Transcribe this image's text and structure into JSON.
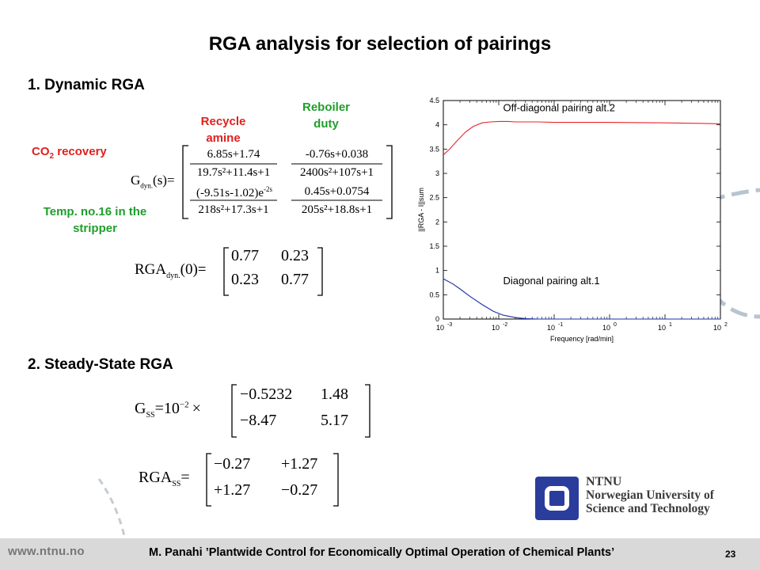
{
  "title": "RGA analysis for selection of pairings",
  "section1": "1. Dynamic RGA",
  "section2": "2. Steady-State RGA",
  "col_labels": {
    "recycle_amine": "Recycle amine",
    "reboiler_duty": "Reboiler duty"
  },
  "row_labels": {
    "co2_recovery_prefix": "CO",
    "co2_recovery_sub": "2",
    "co2_recovery_suffix": " recovery",
    "temp_stripper": "Temp. no.16 in the stripper"
  },
  "eq_gdyn": {
    "lhs": "G",
    "lhs_sub": "dyn.",
    "lhs_arg": "(s)=",
    "m11_num": "6.85s+1.74",
    "m11_den": "19.7s²+11.4s+1",
    "m12_num": "-0.76s+0.038",
    "m12_den": "2400s²+107s+1",
    "m21_num": "(-9.51s-1.02)e",
    "m21_exp": "-2s",
    "m21_den": "218s²+17.3s+1",
    "m22_num": "0.45s+0.0754",
    "m22_den": "205s²+18.8s+1"
  },
  "eq_rgadyn": {
    "lhs": "RGA",
    "lhs_sub": "dyn.",
    "lhs_arg": "(0)=",
    "m11": "0.77",
    "m12": "0.23",
    "m21": "0.23",
    "m22": "0.77"
  },
  "eq_gss": {
    "lhs": "G",
    "lhs_sub": "SS",
    "rhs_prefix": "=10",
    "rhs_exp": "−2",
    "times": "×",
    "m11": "−0.5232",
    "m12": "1.48",
    "m21": "−8.47",
    "m22": "5.17"
  },
  "eq_rgass": {
    "lhs": "RGA",
    "lhs_sub": "SS",
    "eq": "=",
    "m11": "−0.27",
    "m12": "+1.27",
    "m21": "+1.27",
    "m22": "−0.27"
  },
  "chart_data": {
    "type": "line",
    "xlabel": "Frequency [rad/min]",
    "ylabel": "||RGA - I||sum",
    "xscale": "log",
    "xlim": [
      0.001,
      100
    ],
    "ylim": [
      0,
      4.5
    ],
    "x_ticks": [
      "10-3",
      "10-2",
      "10-1",
      "100",
      "101",
      "102"
    ],
    "y_ticks": [
      "0",
      "0.5",
      "1",
      "1.5",
      "2",
      "2.5",
      "3",
      "3.5",
      "4",
      "4.5"
    ],
    "annotations": [
      "Off-diagonal pairing alt.2",
      "Diagonal pairing alt.1"
    ],
    "series": [
      {
        "color": "#e8262b",
        "x": [
          0.001,
          0.0013,
          0.0018,
          0.0025,
          0.0035,
          0.005,
          0.007,
          0.01,
          0.015,
          0.02,
          0.05,
          0.1,
          1,
          10,
          40,
          100
        ],
        "y": [
          3.38,
          3.5,
          3.68,
          3.85,
          3.97,
          4.04,
          4.06,
          4.07,
          4.07,
          4.06,
          4.06,
          4.05,
          4.05,
          4.04,
          4.03,
          4.02
        ]
      },
      {
        "color": "#1a2fa8",
        "x": [
          0.001,
          0.0015,
          0.002,
          0.003,
          0.005,
          0.008,
          0.012,
          0.02,
          0.03,
          0.05,
          0.1,
          1,
          10,
          100
        ],
        "y": [
          0.83,
          0.72,
          0.62,
          0.47,
          0.3,
          0.16,
          0.08,
          0.03,
          0.01,
          0.0,
          0.0,
          0.0,
          0.0,
          0.0
        ]
      }
    ]
  },
  "logo": {
    "line1": "NTNU",
    "line2": "Norwegian University of",
    "line3": "Science and Technology"
  },
  "footer": {
    "url": "www.ntnu.no",
    "text": "M. Panahi ’Plantwide Control for Economically Optimal Operation of Chemical Plants’",
    "page": "23"
  },
  "colors": {
    "red_label": "#e02020",
    "green_label": "#1f9e2b",
    "logo_blue": "#2b3d9c",
    "footer_bg": "#d9d9d9"
  }
}
